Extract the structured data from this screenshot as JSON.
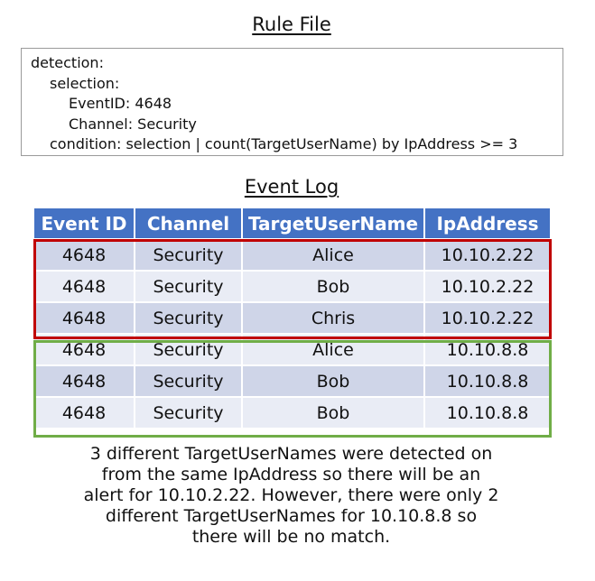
{
  "rule_title": "Rule File",
  "rule_lines": [
    "detection:",
    "selection:",
    "EventID: 4648",
    "Channel: Security",
    "condition: selection | count(TargetUserName) by IpAddress >= 3"
  ],
  "log_title": "Event Log",
  "table": {
    "headers": [
      "Event ID",
      "Channel",
      "TargetUserName",
      "IpAddress"
    ],
    "rows": [
      [
        "4648",
        "Security",
        "Alice",
        "10.10.2.22"
      ],
      [
        "4648",
        "Security",
        "Bob",
        "10.10.2.22"
      ],
      [
        "4648",
        "Security",
        "Chris",
        "10.10.2.22"
      ],
      [
        "4648",
        "Security",
        "Alice",
        "10.10.8.8"
      ],
      [
        "4648",
        "Security",
        "Bob",
        "10.10.8.8"
      ],
      [
        "4648",
        "Security",
        "Bob",
        "10.10.8.8"
      ]
    ]
  },
  "group_colors": {
    "match": "#c00000",
    "no_match": "#70ad47"
  },
  "explanation_lines": [
    "3 different TargetUserNames were detected on",
    "from the same IpAddress so there will be an",
    "alert for 10.10.2.22. However, there were only 2",
    "different TargetUserNames for 10.10.8.8 so",
    "there will be no match."
  ]
}
